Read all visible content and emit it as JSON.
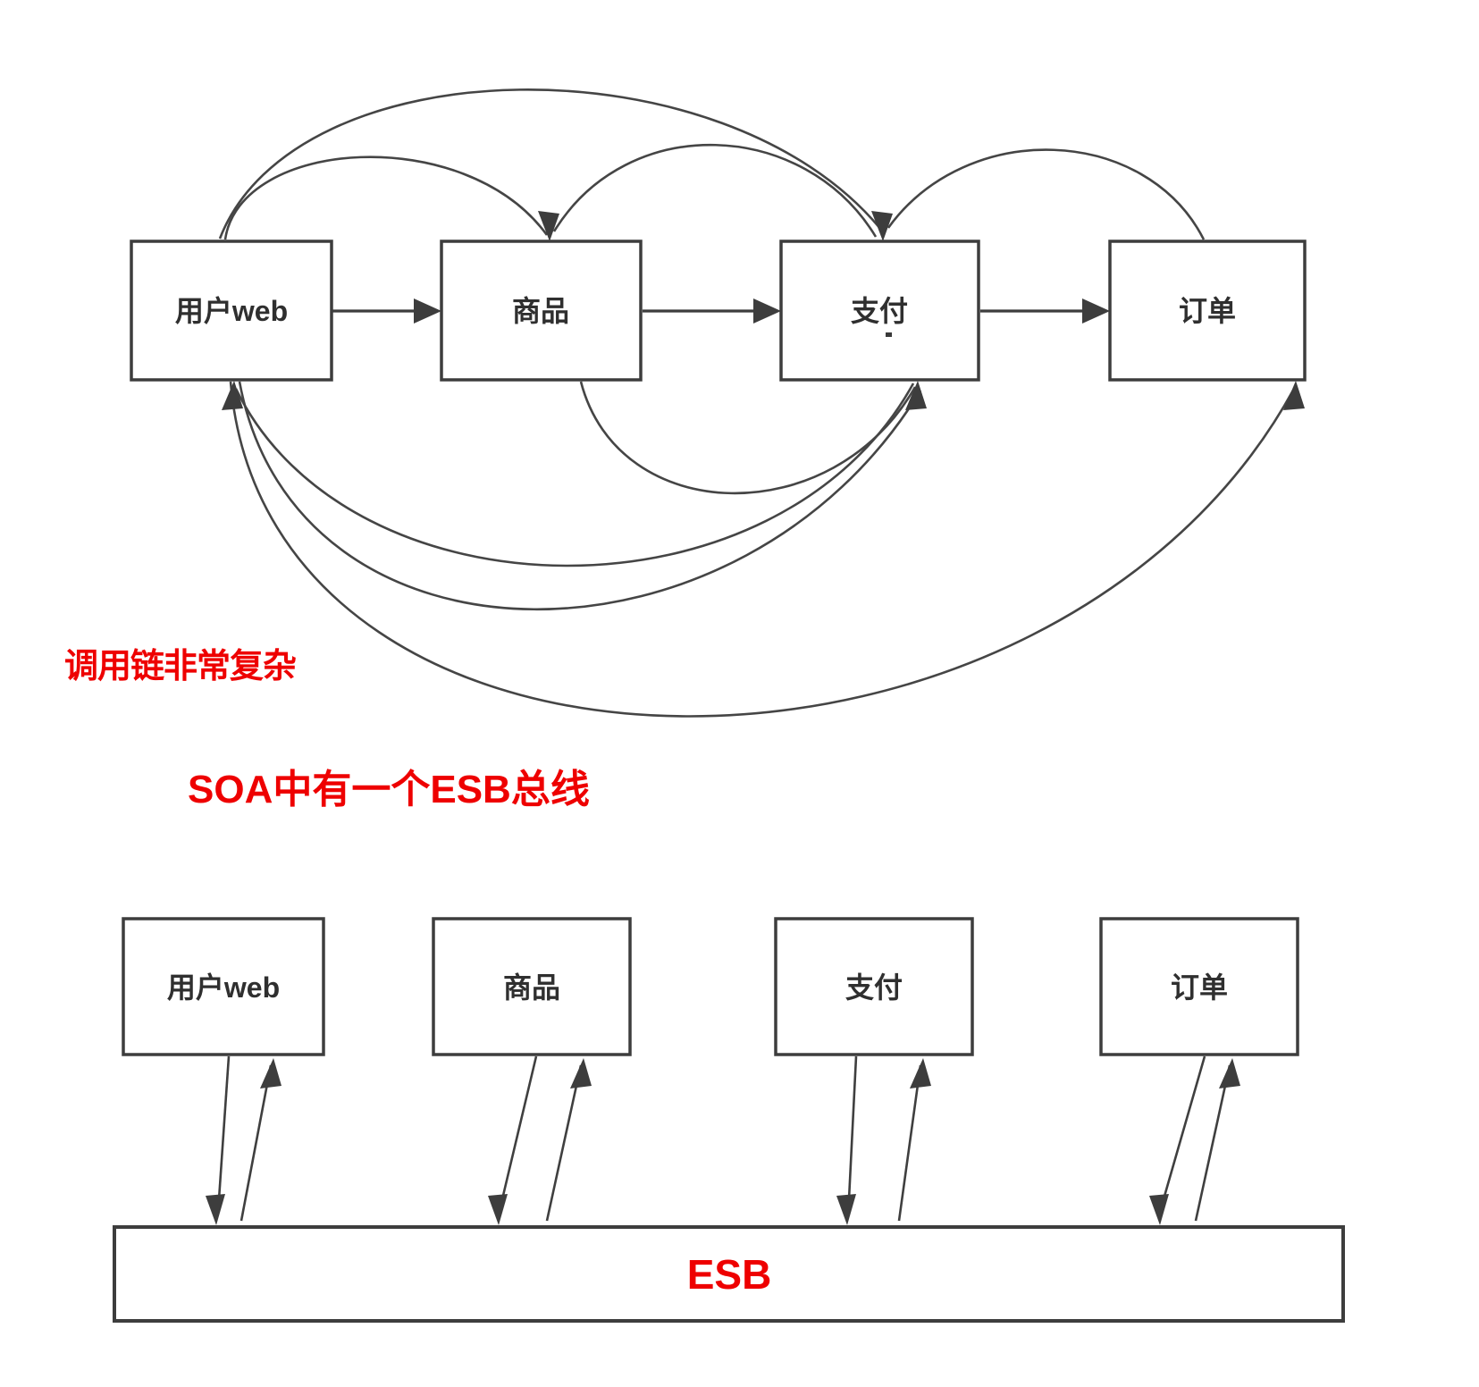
{
  "colors": {
    "line": "#3d3d3d",
    "label_text": "#2f2f2f",
    "accent_red": "#ee0000",
    "background": "#ffffff"
  },
  "complex_diagram": {
    "caption": "调用链非常复杂",
    "nodes": [
      "用户web",
      "商品",
      "支付",
      "订单"
    ],
    "straight_edges": [
      {
        "from": "用户web",
        "to": "商品"
      },
      {
        "from": "商品",
        "to": "支付"
      },
      {
        "from": "支付",
        "to": "订单"
      }
    ],
    "curved_edges": [
      {
        "from": "用户web",
        "to": "商品",
        "side": "top"
      },
      {
        "from": "用户web",
        "to": "支付",
        "side": "top"
      },
      {
        "from": "支付",
        "to": "商品",
        "side": "top"
      },
      {
        "from": "订单",
        "to": "支付",
        "side": "top"
      },
      {
        "from": "商品",
        "to": "支付",
        "side": "bottom"
      },
      {
        "from": "用户web",
        "to": "支付",
        "side": "bottom"
      },
      {
        "from": "支付",
        "to": "用户web",
        "side": "bottom"
      },
      {
        "from": "用户web",
        "to": "订单",
        "side": "bottom"
      }
    ]
  },
  "soa_diagram": {
    "caption": "SOA中有一个ESB总线",
    "nodes": [
      "用户web",
      "商品",
      "支付",
      "订单"
    ],
    "bus_label": "ESB"
  }
}
